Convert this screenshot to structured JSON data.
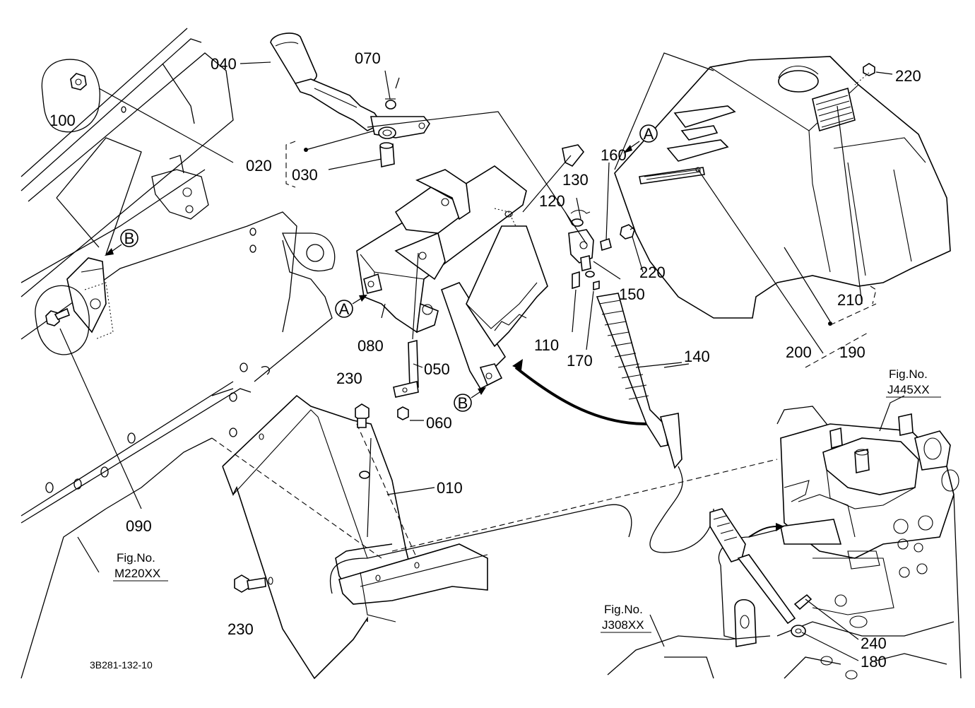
{
  "diagram": {
    "labels": {
      "p010": "010",
      "p020": "020",
      "p030": "030",
      "p040": "040",
      "p050": "050",
      "p060": "060",
      "p070": "070",
      "p080": "080",
      "p090": "090",
      "p100": "100",
      "p110": "110",
      "p120": "120",
      "p130": "130",
      "p140": "140",
      "p150": "150",
      "p160": "160",
      "p170": "170",
      "p180": "180",
      "p190": "190",
      "p200": "200",
      "p210": "210",
      "p220a": "220",
      "p220b": "220",
      "p230a": "230",
      "p230b": "230",
      "p240": "240"
    },
    "markers": {
      "A": "A",
      "B": "B"
    },
    "fig_refs": {
      "left": {
        "title": "Fig.No.",
        "code": "M220XX"
      },
      "right": {
        "title": "Fig.No.",
        "code": "J445XX"
      },
      "bottom": {
        "title": "Fig.No.",
        "code": "J308XX"
      }
    },
    "drawing_code": "3B281-132-10"
  }
}
